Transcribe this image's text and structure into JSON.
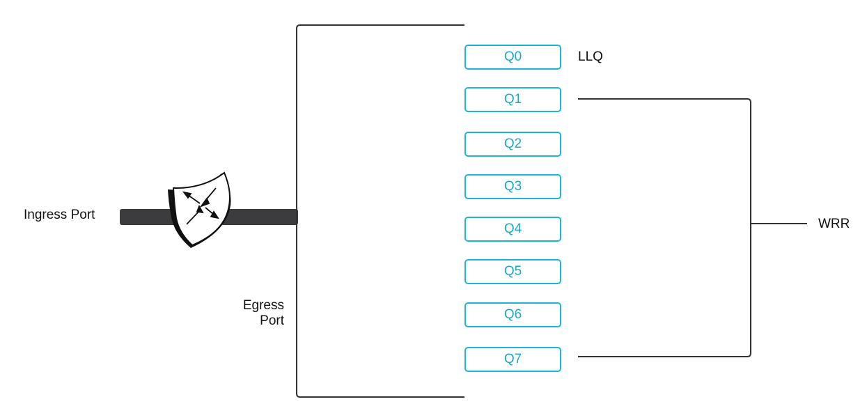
{
  "diagram": {
    "ingress_label": "Ingress Port",
    "egress_label_line1": "Egress",
    "egress_label_line2": "Port",
    "llq_label": "LLQ",
    "wrr_label": "WRR",
    "queues": [
      "Q0",
      "Q1",
      "Q2",
      "Q3",
      "Q4",
      "Q5",
      "Q6",
      "Q7"
    ],
    "icon": "router-shield-icon"
  },
  "colors": {
    "queue_border": "#1fb5d6",
    "queue_text": "#1aa9cc",
    "port_bar": "#3c3c3e",
    "line": "#333333"
  }
}
